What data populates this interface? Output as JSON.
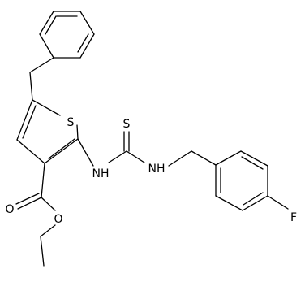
{
  "structure": {
    "atoms": {
      "sulfur_ring": "S",
      "sulfur_thione": "S",
      "nh_left": "NH",
      "nh_right": "NH",
      "oxygen_carbonyl": "O",
      "oxygen_ester": "O",
      "fluorine": "F"
    },
    "colors": {
      "bond": "#000000",
      "text": "#000000",
      "background": "#ffffff"
    }
  }
}
